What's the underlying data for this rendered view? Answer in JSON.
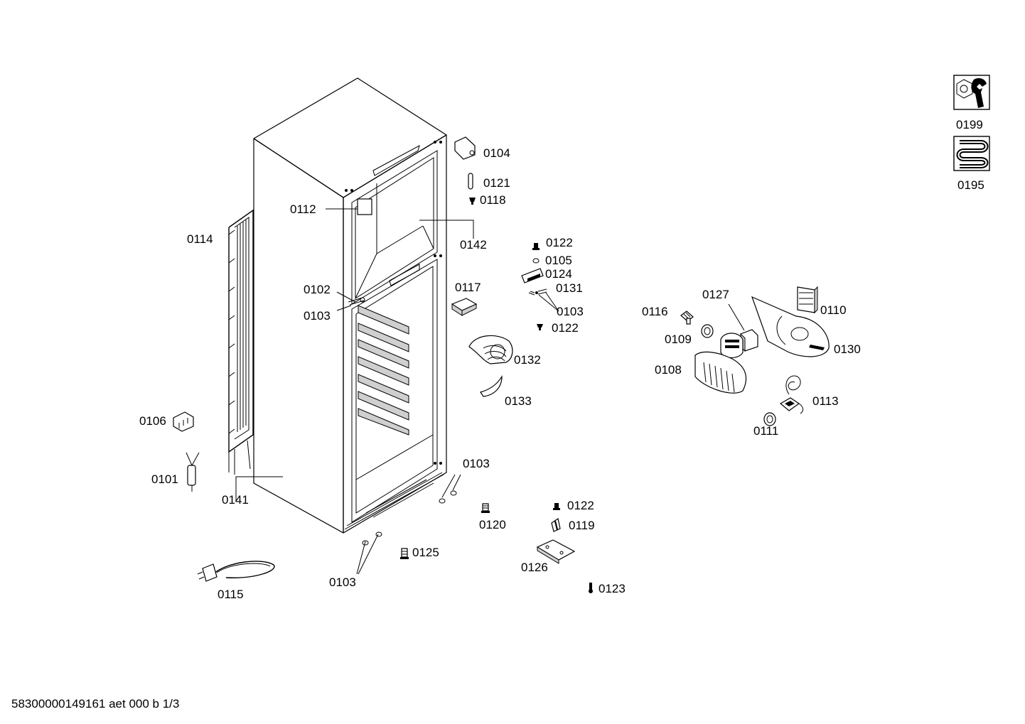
{
  "labels": {
    "p0104": "0104",
    "p0121": "0121",
    "p0118": "0118",
    "p0112": "0112",
    "p0142": "0142",
    "p0114": "0114",
    "p0122a": "0122",
    "p0105": "0105",
    "p0124": "0124",
    "p0131": "0131",
    "p0103a": "0103",
    "p0122b": "0122",
    "p0102": "0102",
    "p0103b": "0103",
    "p0117": "0117",
    "p0132": "0132",
    "p0133": "0133",
    "p0106": "0106",
    "p0101": "0101",
    "p0141": "0141",
    "p0103c": "0103",
    "p0120": "0120",
    "p0122c": "0122",
    "p0119": "0119",
    "p0125": "0125",
    "p0126": "0126",
    "p0103d": "0103",
    "p0115": "0115",
    "p0123": "0123",
    "p0116": "0116",
    "p0127": "0127",
    "p0110": "0110",
    "p0109": "0109",
    "p0130": "0130",
    "p0108": "0108",
    "p0113": "0113",
    "p0111": "0111",
    "p0199": "0199",
    "p0195": "0195"
  },
  "footer": "58300000149161 aet 000 b 1/3",
  "icons": {
    "service": "wrench-nut-icon",
    "coil": "heating-coil-icon"
  }
}
